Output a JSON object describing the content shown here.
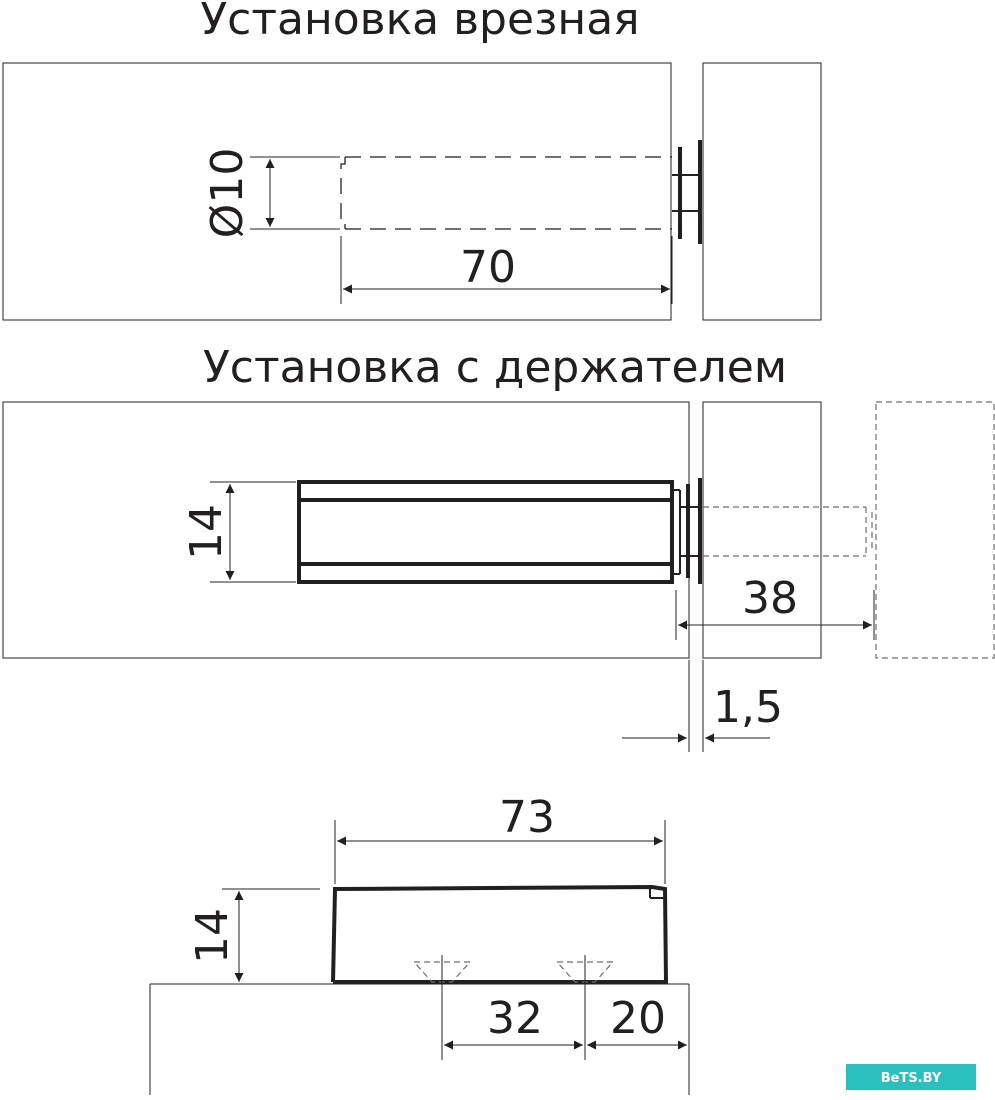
{
  "titles": {
    "mortise": "Установка врезная",
    "holder": "Установка с держателем"
  },
  "dimensions": {
    "mortise_diameter": "Ø10",
    "mortise_depth": "70",
    "holder_height": "14",
    "holder_travel": "38",
    "holder_gap": "1,5",
    "side_length": "73",
    "side_height": "14",
    "side_hole_spacing": "32",
    "side_edge_offset": "20"
  },
  "watermark": "BeTS.BY",
  "colors": {
    "line": "#231f20",
    "watermark": "#2bbfbf"
  }
}
